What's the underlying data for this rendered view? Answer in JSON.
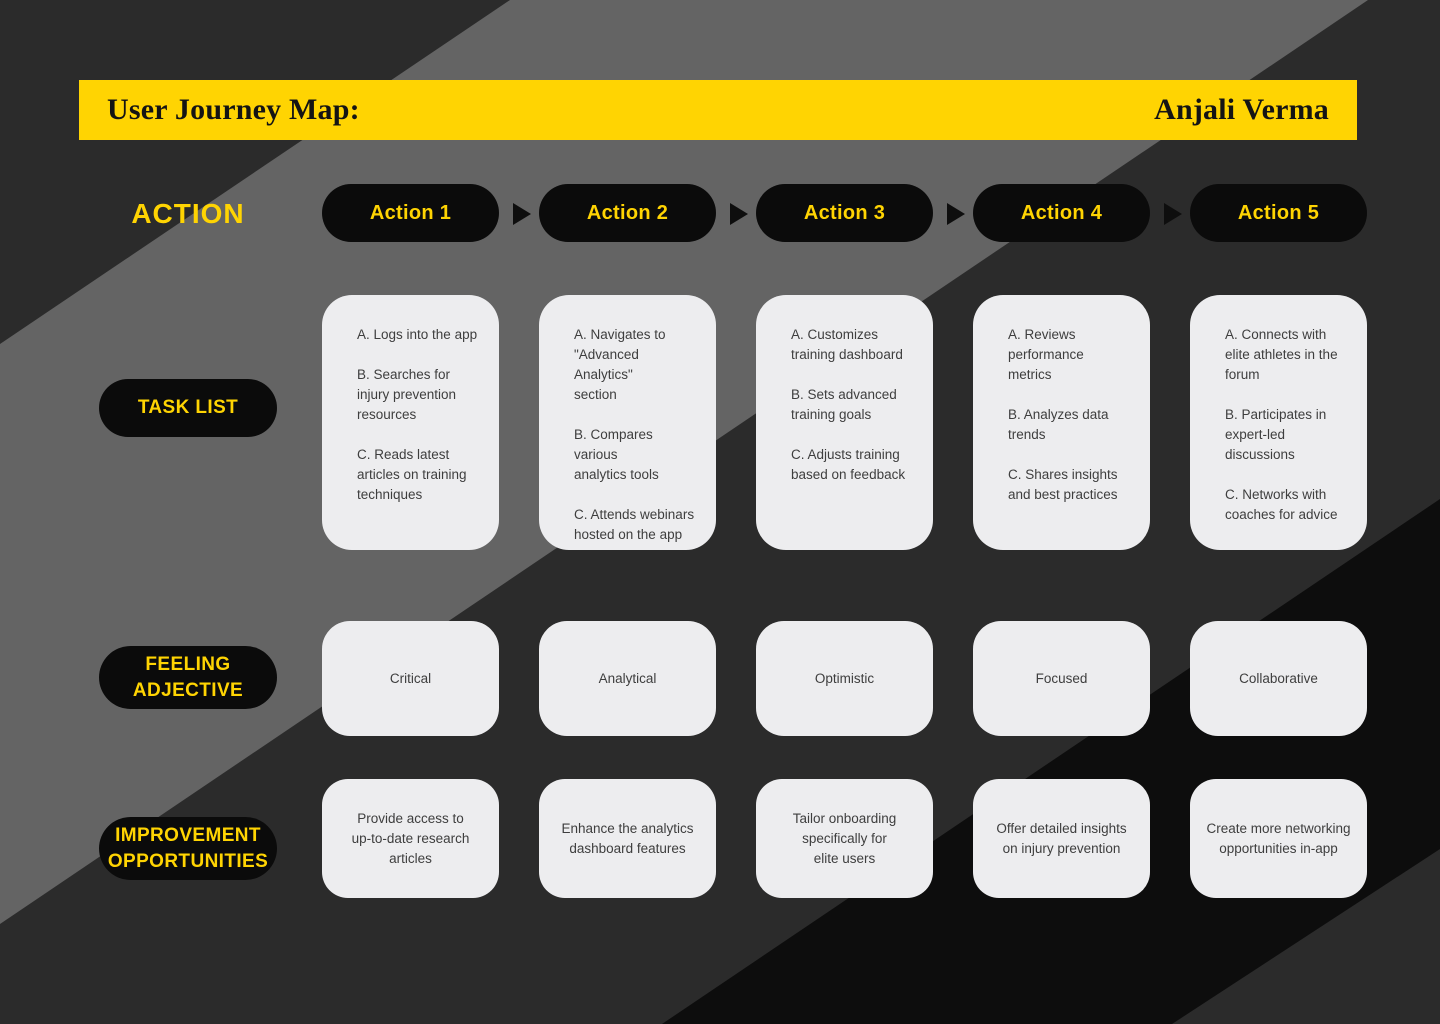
{
  "header": {
    "title": "User Journey Map:",
    "name": "Anjali Verma"
  },
  "row_labels": {
    "action": "ACTION",
    "task_list": "TASK LIST",
    "feeling": "FEELING ADJECTIVE",
    "improvement": "IMPROVEMENT OPPORTUNITIES"
  },
  "columns": [
    {
      "action": "Action 1",
      "tasks": [
        "A. Logs into the app",
        "B. Searches for\ninjury prevention\nresources",
        "C. Reads latest\narticles on training\ntechniques"
      ],
      "feeling": "Critical",
      "improvement": "Provide access to\nup-to-date research\narticles"
    },
    {
      "action": "Action 2",
      "tasks": [
        "A. Navigates to\n\"Advanced Analytics\"\nsection",
        "B. Compares various\nanalytics tools",
        "C. Attends webinars\nhosted on the app"
      ],
      "feeling": "Analytical",
      "improvement": "Enhance the analytics\ndashboard features"
    },
    {
      "action": "Action 3",
      "tasks": [
        "A. Customizes\ntraining dashboard",
        "B. Sets advanced\ntraining goals",
        "C. Adjusts training\nbased on feedback"
      ],
      "feeling": "Optimistic",
      "improvement": "Tailor onboarding\nspecifically for\nelite users"
    },
    {
      "action": "Action 4",
      "tasks": [
        "A. Reviews\nperformance\nmetrics",
        "B. Analyzes data\ntrends",
        "C. Shares insights\nand best practices"
      ],
      "feeling": "Focused",
      "improvement": "Offer detailed insights\non injury prevention"
    },
    {
      "action": "Action 5",
      "tasks": [
        "A. Connects with\nelite athletes in the\nforum",
        "B. Participates in\nexpert-led\ndiscussions",
        "C. Networks with\ncoaches for advice"
      ],
      "feeling": "Collaborative",
      "improvement": "Create more networking\nopportunities in-app"
    }
  ],
  "colors": {
    "accent_yellow": "#ffd402",
    "pill_black": "#0b0b0b",
    "card_bg": "#ededef",
    "bg_base": "#2b2b2b",
    "bg_gray_band": "#646464",
    "bg_dark_band": "#0d0d0d"
  }
}
